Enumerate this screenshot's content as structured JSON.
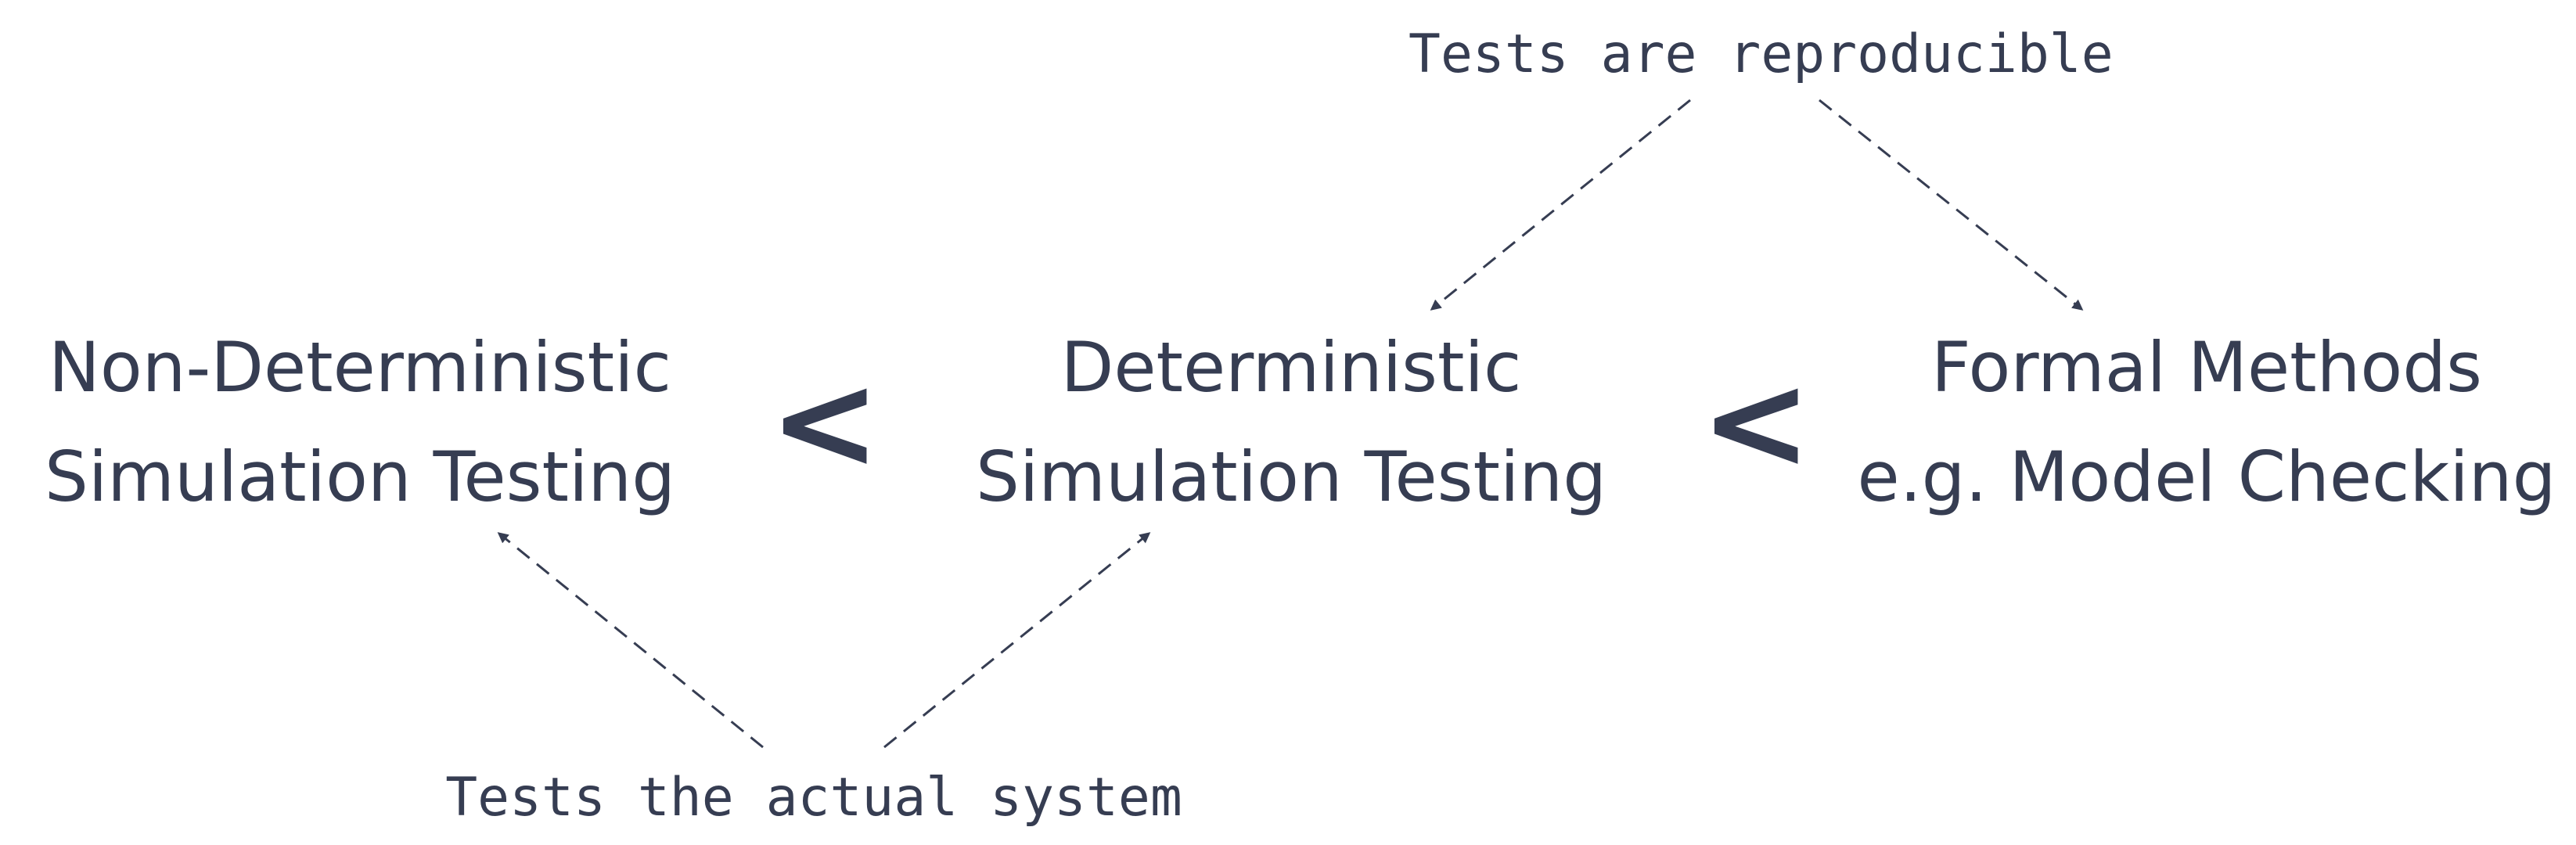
{
  "nodes": [
    {
      "id": "ndst",
      "lines": [
        "Non-Deterministic",
        "Simulation Testing"
      ]
    },
    {
      "id": "dst",
      "lines": [
        "Deterministic",
        "Simulation Testing"
      ]
    },
    {
      "id": "fm",
      "lines": [
        "Formal Methods",
        "e.g. Model Checking"
      ]
    }
  ],
  "comparators": [
    "<",
    "<"
  ],
  "annotations": {
    "top": "Tests are reproducible",
    "bottom": "Tests the actual system"
  },
  "colors": {
    "text": "#363d52",
    "background": "#ffffff"
  }
}
